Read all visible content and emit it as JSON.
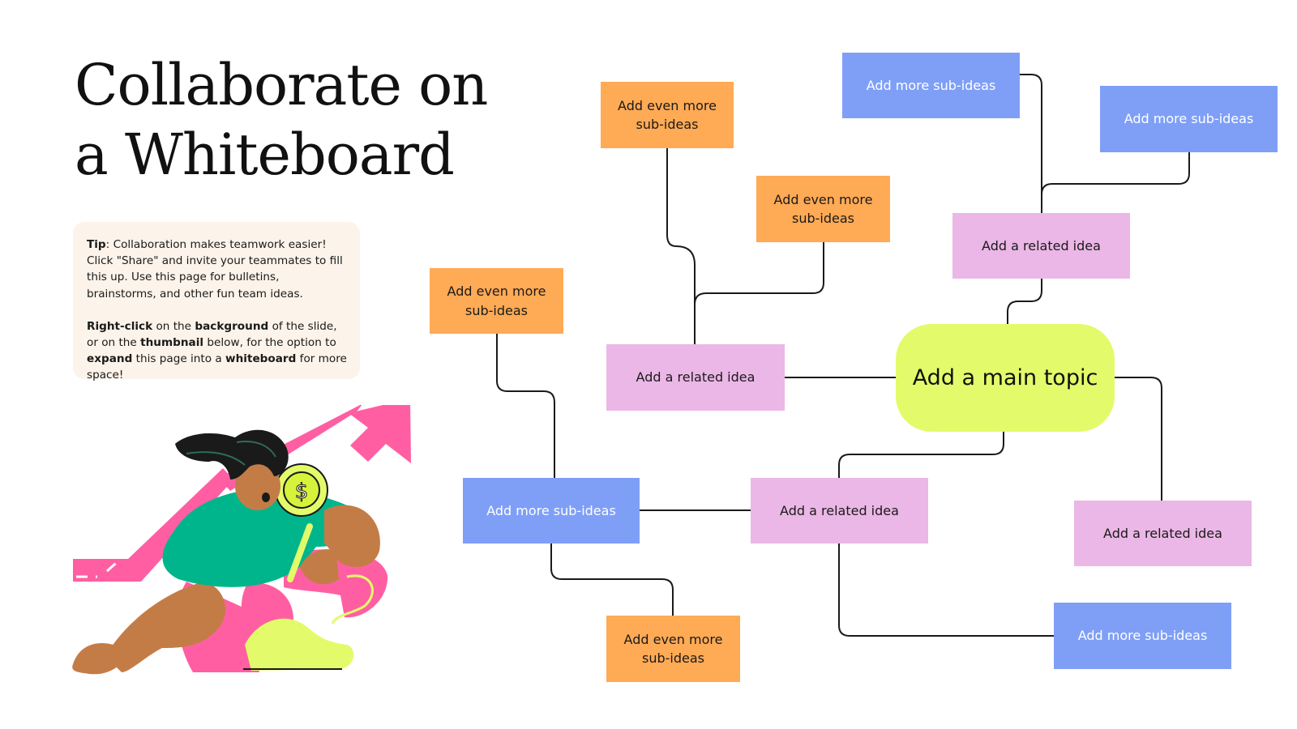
{
  "title": {
    "line1": "Collaborate on",
    "line2": "a Whiteboard"
  },
  "tip": {
    "p1_lead": "Tip",
    "p1_text": ": Collaboration makes teamwork easier! Click \"Share\" and invite your teammates to fill this up. Use this page for bulletins, brainstorms, and other fun team ideas.",
    "p2_b1": "Right-click",
    "p2_t1": " on the ",
    "p2_b2": "background",
    "p2_t2": " of the slide, or on the ",
    "p2_b3": "thumbnail",
    "p2_t3": " below, for the option to ",
    "p2_b4": "expand",
    "p2_t4": " this page into a ",
    "p2_b5": "whiteboard",
    "p2_t5": " for more space!"
  },
  "mindmap": {
    "main_topic": "Add a main topic",
    "related": {
      "top_right": "Add a related idea",
      "left": "Add a related idea",
      "bottom_center": "Add a related idea",
      "right": "Add a related idea"
    },
    "sub_ideas": {
      "top_a": "Add more sub-ideas",
      "top_b": "Add more sub-ideas",
      "left": "Add more sub-ideas",
      "bottom": "Add more sub-ideas"
    },
    "even_more": {
      "top_left": "Add even more sub-ideas",
      "top_mid": "Add even more sub-ideas",
      "left": "Add even more sub-ideas",
      "bottom": "Add even more sub-ideas"
    }
  },
  "colors": {
    "main_topic": "#e3fb6a",
    "related_idea": "#ebb7e6",
    "sub_ideas": "#7f9ff7",
    "even_more": "#ffaa55",
    "tip_background": "#fcf3ea",
    "connector": "#1a1a1a"
  },
  "illustration": "person-with-magnifying-glass-and-rising-arrow"
}
